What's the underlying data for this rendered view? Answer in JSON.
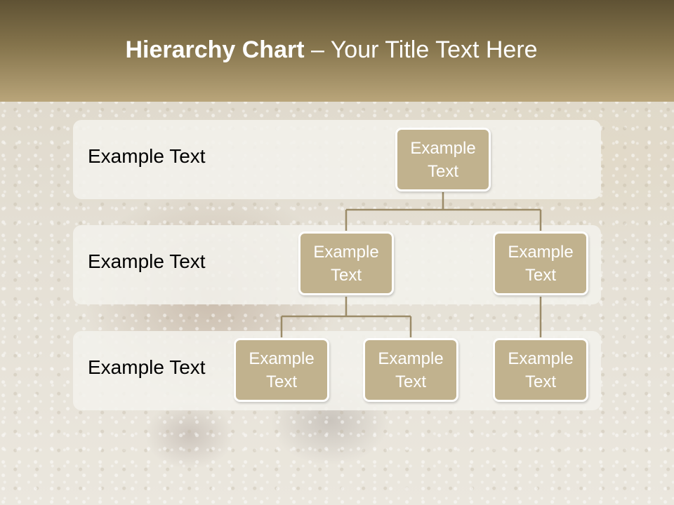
{
  "slide": {
    "title_bold": "Hierarchy Chart",
    "title_rest": " – Your Title Text Here"
  },
  "levels": [
    {
      "label": "Example Text"
    },
    {
      "label": "Example Text"
    },
    {
      "label": "Example Text"
    }
  ],
  "nodes": {
    "root": "Example Text",
    "left": "Example Text",
    "right": "Example Text",
    "left_child_1": "Example Text",
    "left_child_2": "Example Text",
    "right_child": "Example Text"
  },
  "colors": {
    "header_dark": "#5f5234",
    "header_light": "#b9a57a",
    "node_fill": "#c1b28e",
    "node_border": "#ffffff",
    "connector": "#9b8b68"
  }
}
